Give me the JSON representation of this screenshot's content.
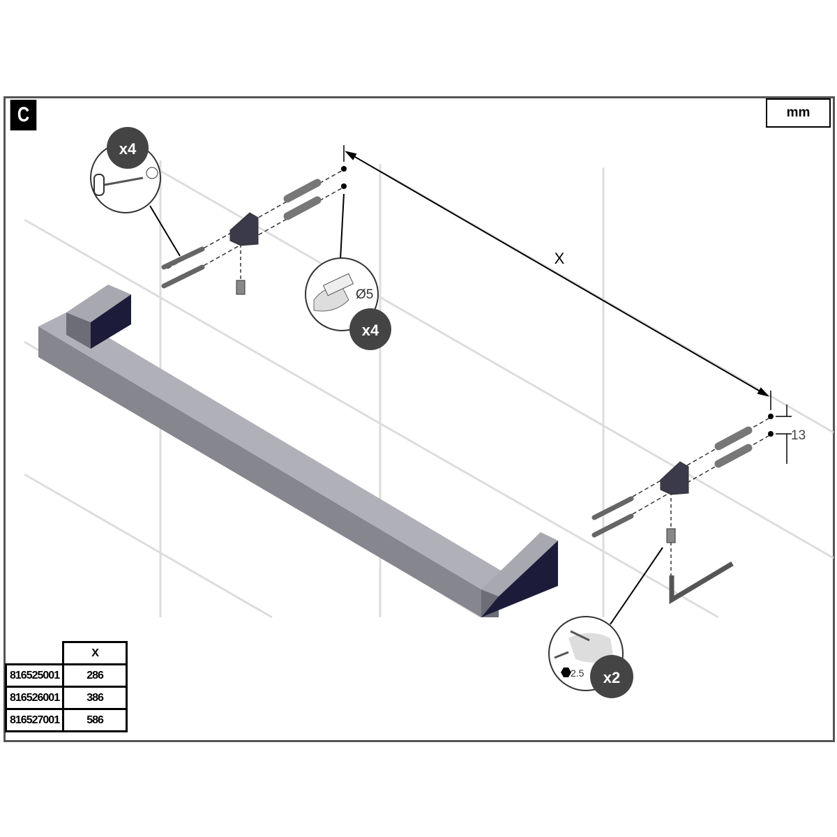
{
  "step_label": "C",
  "unit_label": "mm",
  "callouts": {
    "screw_count": "x4",
    "drill_count": "x4",
    "drill_size": "Ø5",
    "hex_count": "x2",
    "hex_size": "2.5"
  },
  "dimensions": {
    "x_label": "X",
    "spacing_value": "13"
  },
  "table": {
    "header": "X",
    "rows": [
      {
        "code": "816525001",
        "x": "286"
      },
      {
        "code": "816526001",
        "x": "386"
      },
      {
        "code": "816527001",
        "x": "586"
      }
    ]
  }
}
